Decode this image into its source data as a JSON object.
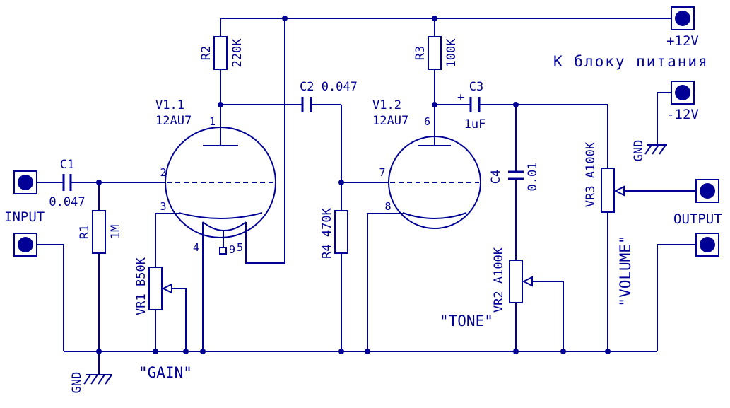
{
  "colors": {
    "ink": "#000096",
    "bg": "#ffffff"
  },
  "power": {
    "note": "К блоку питания",
    "plus12_label": "+12V",
    "minus12_label": "-12V",
    "gnd_right_label": "GND"
  },
  "io": {
    "input_label": "INPUT",
    "output_label": "OUTPUT",
    "gnd_left_label": "GND"
  },
  "tubes": {
    "v11": {
      "ref": "V1.1",
      "type": "12AU7",
      "pin_plate": "1",
      "pin_grid": "2",
      "pin_cathode": "3",
      "pin_h1": "4",
      "pin_ct": "9",
      "pin_h2": "5"
    },
    "v12": {
      "ref": "V1.2",
      "type": "12AU7",
      "pin_plate": "6",
      "pin_grid": "7",
      "pin_cathode": "8"
    }
  },
  "resistors": {
    "r1_ref": "R1",
    "r1_value": "1M",
    "r2_ref": "R2",
    "r2_value": "220K",
    "r3_ref": "R3",
    "r3_value": "100K",
    "r4_label": "R4 470K"
  },
  "capacitors": {
    "c1_ref": "C1",
    "c1_value": "0.047",
    "c2_label": "C2 0.047",
    "c3_ref": "C3",
    "c3_value": "1uF",
    "c3_plus": "+",
    "c4_ref": "C4",
    "c4_value": "0.01"
  },
  "pots": {
    "vr1_label": "VR1 B50K",
    "vr2_label": "VR2 A100K",
    "vr3_label": "VR3 A100K",
    "gain_label": "\"GAIN\"",
    "tone_label": "\"TONE\"",
    "volume_label": "\"VOLUME\""
  }
}
